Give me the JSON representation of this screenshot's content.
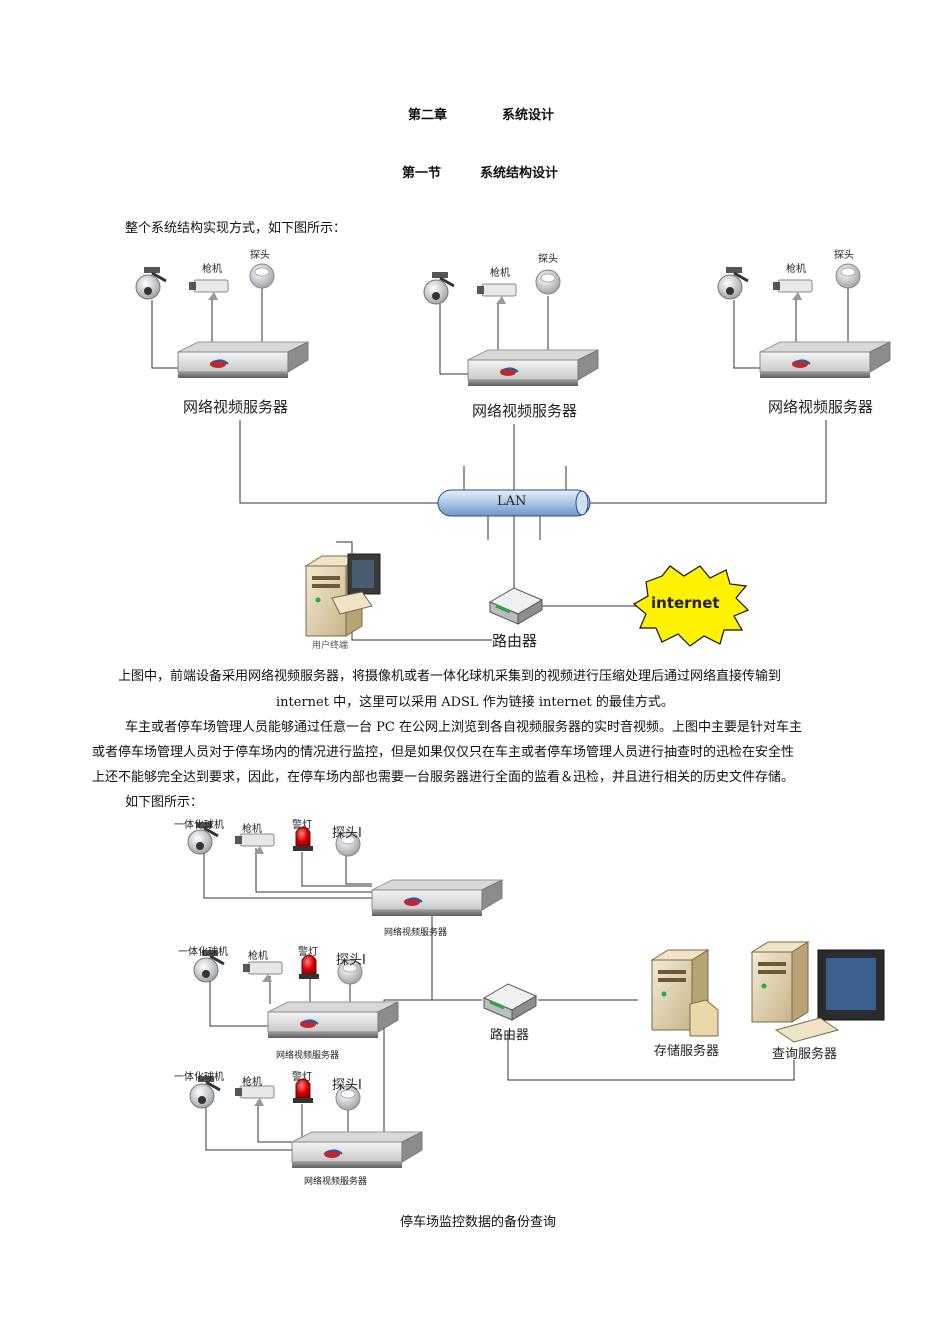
{
  "chapter": {
    "number": "第二章",
    "title": "系统设计"
  },
  "section": {
    "number": "第一节",
    "title": "系统结构设计"
  },
  "intro": "整个系统结构实现方式，如下图所示：",
  "diagram1": {
    "camera_label": "枪机",
    "probe_label": "探头",
    "server_label": "网络视频服务器",
    "lan_label": "LAN",
    "pc_label": "用户终端",
    "router_label": "路由器",
    "internet_label": "internet"
  },
  "para1_line1": "上图中，前端设备采用网络视频服务器，将摄像机或者一体化球机采集到的视频进行压缩处理后通过网络直接传输到",
  "para1_line2": "internet 中，这里可以采用 ADSL 作为链接 internet 的最佳方式。",
  "para2_line1": "车主或者停车场管理人员能够通过任意一台 PC 在公网上浏览到各自视频服务器的实时音视频。上图中主要是针对车主",
  "para2_line2": "或者停车场管理人员对于停车场内的情况进行监控，但是如果仅仅只在车主或者停车场管理人员进行抽查时的迅检在安全性",
  "para2_line3": "上还不能够完全达到要求，因此，在停车场内部也需要一台服务器进行全面的监看＆迅检，并且进行相关的历史文件存储。",
  "para3": "如下图所示：",
  "diagram2": {
    "dome_label": "一体化球机",
    "camera_label": "枪机",
    "alarm_label": "警灯",
    "probe_label": "探头I",
    "server_label": "网络视频服务器",
    "router_label": "路由器",
    "storage_label": "存储服务器",
    "query_label": "查询服务器"
  },
  "caption": "停车场监控数据的备份查询"
}
